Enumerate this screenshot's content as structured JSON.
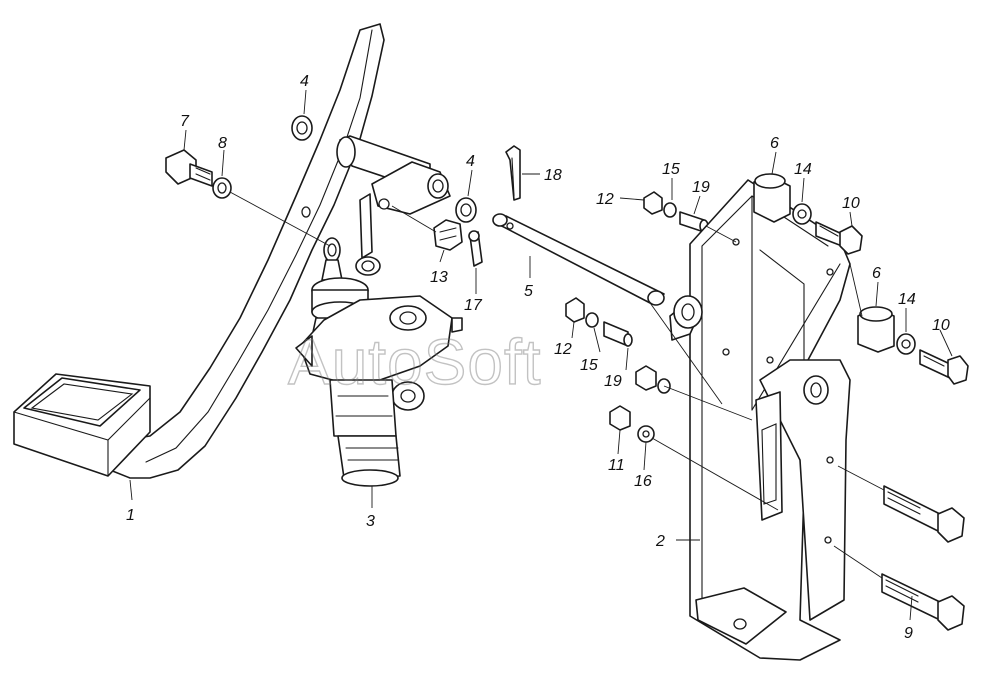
{
  "diagram": {
    "watermark": "AutoSoft",
    "callouts": {
      "c1": "1",
      "c2": "2",
      "c3": "3",
      "c4a": "4",
      "c4b": "4",
      "c5": "5",
      "c6a": "6",
      "c6b": "6",
      "c7": "7",
      "c8": "8",
      "c9": "9",
      "c10a": "10",
      "c10b": "10",
      "c11": "11",
      "c12a": "12",
      "c12b": "12",
      "c13": "13",
      "c14a": "14",
      "c14b": "14",
      "c15a": "15",
      "c15b": "15",
      "c16": "16",
      "c17": "17",
      "c18": "18",
      "c19a": "19",
      "c19b": "19"
    }
  }
}
